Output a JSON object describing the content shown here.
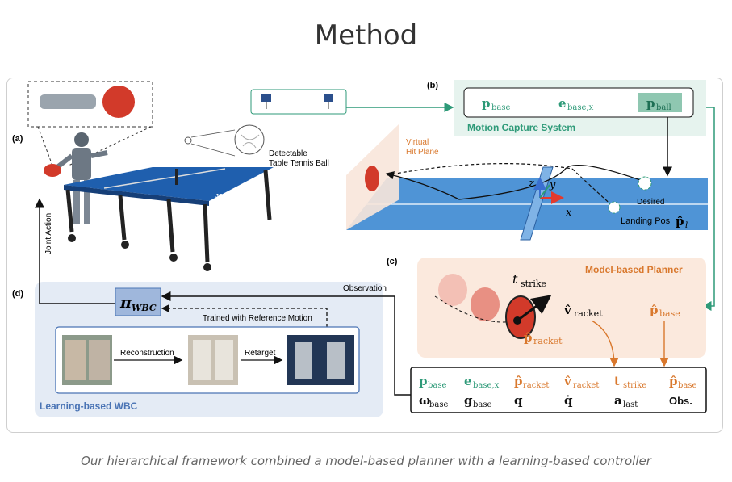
{
  "title": "Method",
  "caption": "Our hierarchical framework combined a model-based planner with a learning-based controller",
  "panels": {
    "a": "(a)",
    "b": "(b)",
    "c": "(c)",
    "d": "(d)"
  },
  "labels": {
    "detectable_ball_line1": "Detectable",
    "detectable_ball_line2": "Table Tennis Ball",
    "joint_action": "Joint Action",
    "observation": "Observation",
    "trained_with_ref": "Trained with Reference Motion",
    "reconstruction": "Reconstruction",
    "retarget": "Retarget",
    "learning_wbc": "Learning-based WBC",
    "pi_wbc": "π",
    "pi_wbc_sub": "WBC",
    "mocap_system": "Motion Capture System",
    "virtual_hit_plane_1": "Virtual",
    "virtual_hit_plane_2": "Hit Plane",
    "desired_landing_1": "Desired",
    "desired_landing_2": "Landing Pos",
    "model_planner": "Model-based Planner",
    "axis_x": "x",
    "axis_y": "y",
    "axis_z": "z",
    "t_strike": "t",
    "t_strike_sub": "strike",
    "v_racket": "v̂",
    "v_racket_sub": "racket",
    "p_racket": "p̂",
    "p_racket_sub": "racket",
    "p_base_hat": "p̂",
    "p_base_hat_sub": "base",
    "p_landing": "p̂",
    "p_landing_sub": "l",
    "brand": "JOOLA"
  },
  "mocap": {
    "p_base": "p",
    "p_base_sub": "base",
    "e_base": "e",
    "e_base_sub": "base,x",
    "p_ball": "p",
    "p_ball_sub": "ball"
  },
  "obs_row1": [
    {
      "sym": "p",
      "sub": "base",
      "color": "#2e9a78"
    },
    {
      "sym": "e",
      "sub": "base,x",
      "color": "#2e9a78"
    },
    {
      "sym": "p̂",
      "sub": "racket",
      "color": "#d9782d"
    },
    {
      "sym": "v̂",
      "sub": "racket",
      "color": "#d9782d"
    },
    {
      "sym": "t",
      "sub": "strike",
      "color": "#d9782d"
    },
    {
      "sym": "p̂",
      "sub": "base",
      "color": "#d9782d"
    }
  ],
  "obs_row2": [
    {
      "sym": "ω",
      "sub": "base"
    },
    {
      "sym": "g",
      "sub": "base"
    },
    {
      "sym": "q",
      "sub": ""
    },
    {
      "sym": "q̇",
      "sub": ""
    },
    {
      "sym": "a",
      "sub": "last"
    },
    {
      "sym": "Obs.",
      "sub": ""
    }
  ],
  "colors": {
    "green": "#2e9a78",
    "green_bg": "#e6f3ee",
    "orange": "#d9782d",
    "orange_bg": "#fbe9dd",
    "blue_bg": "#e4ebf5",
    "blue_line": "#4a74b5",
    "table": "#4f94d6"
  }
}
